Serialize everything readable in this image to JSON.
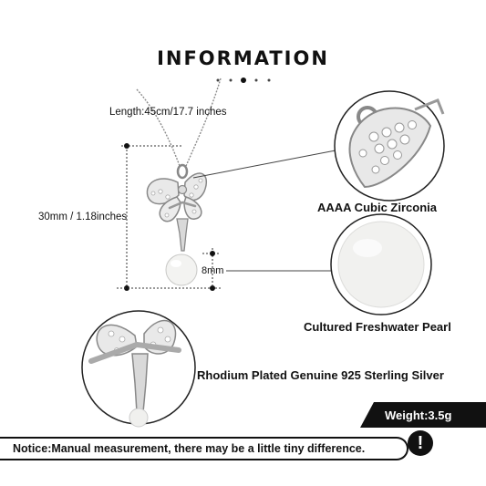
{
  "header": {
    "title": "INFORMATION"
  },
  "dimensions": {
    "chain_length": "Length:45cm/17.7 inches",
    "pendant_height": "30mm / 1.18inches",
    "pearl_size": "8mm"
  },
  "features": {
    "stone": "AAAA Cubic Zirconia",
    "pearl": "Cultured Freshwater Pearl",
    "metal": "Rhodium Plated Genuine 925 Sterling Silver"
  },
  "specs": {
    "weight": "Weight:3.5g"
  },
  "notice": {
    "text": "Notice:Manual measurement, there may be a little tiny difference.",
    "icon": "exclamation-icon"
  },
  "colors": {
    "text": "#111111",
    "background": "#ffffff",
    "pearl": "#f3f3f1",
    "silver": "#9a9a9a"
  }
}
